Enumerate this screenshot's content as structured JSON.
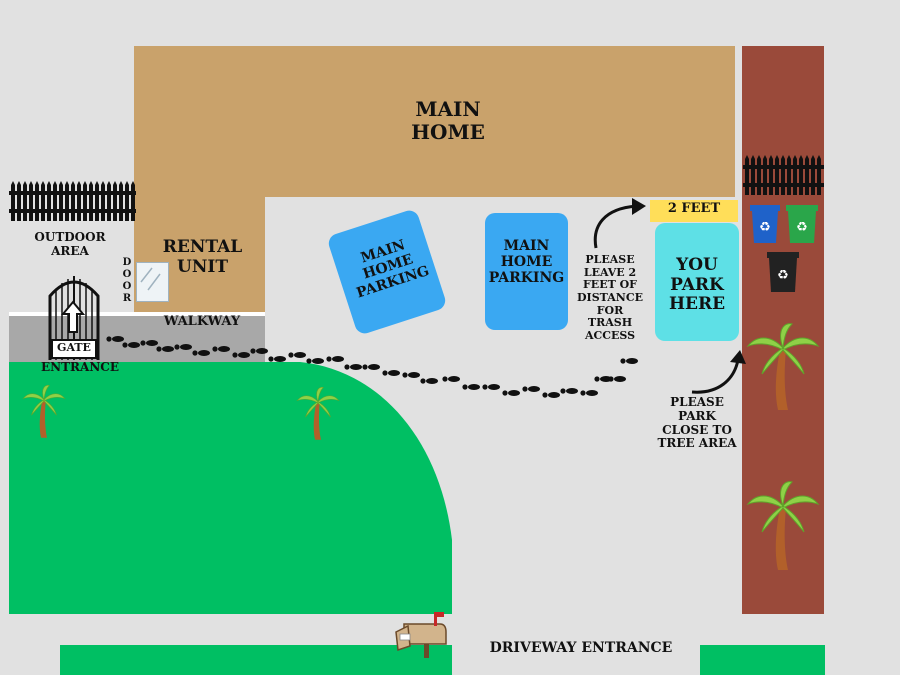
{
  "labels": {
    "main_home": "MAIN\nHOME",
    "rental_unit": "RENTAL\nUNIT",
    "outdoor_area": "OUTDOOR\nAREA",
    "door": "D\nO\nO\nR",
    "walkway": "WALKWAY",
    "gate_sign": "GATE",
    "entrance": "ENTRANCE",
    "main_home_parking_1": "MAIN\nHOME\nPARKING",
    "main_home_parking_2": "MAIN\nHOME\nPARKING",
    "two_feet": "2 FEET",
    "you_park_here": "YOU\nPARK\nHERE",
    "leave_distance_note": "PLEASE\nLEAVE 2\nFEET OF\nDISTANCE\nFOR\nTRASH\nACCESS",
    "park_tree_note": "PLEASE\nPARK\nCLOSE TO\nTREE AREA",
    "driveway_entrance": "DRIVEWAY ENTRANCE"
  },
  "icons": [
    "fence-icon",
    "gate-icon",
    "up-arrow-icon",
    "palm-tree-icon",
    "recycle-bin-icon",
    "trash-bin-icon",
    "mailbox-icon",
    "footprints-icon",
    "curved-arrow-icon"
  ],
  "colors": {
    "background": "#e1e1e1",
    "main_home": "#c9a26b",
    "grass": "#00bf63",
    "side_strip": "#9a4a3a",
    "parking_blue": "#3aa8f2",
    "you_park": "#5ee0e6",
    "two_feet_tag": "#ffde59",
    "bin_blue": "#1f62c9",
    "bin_green": "#2aa64a",
    "bin_black": "#222222",
    "walkway": "#a8a8a8"
  }
}
